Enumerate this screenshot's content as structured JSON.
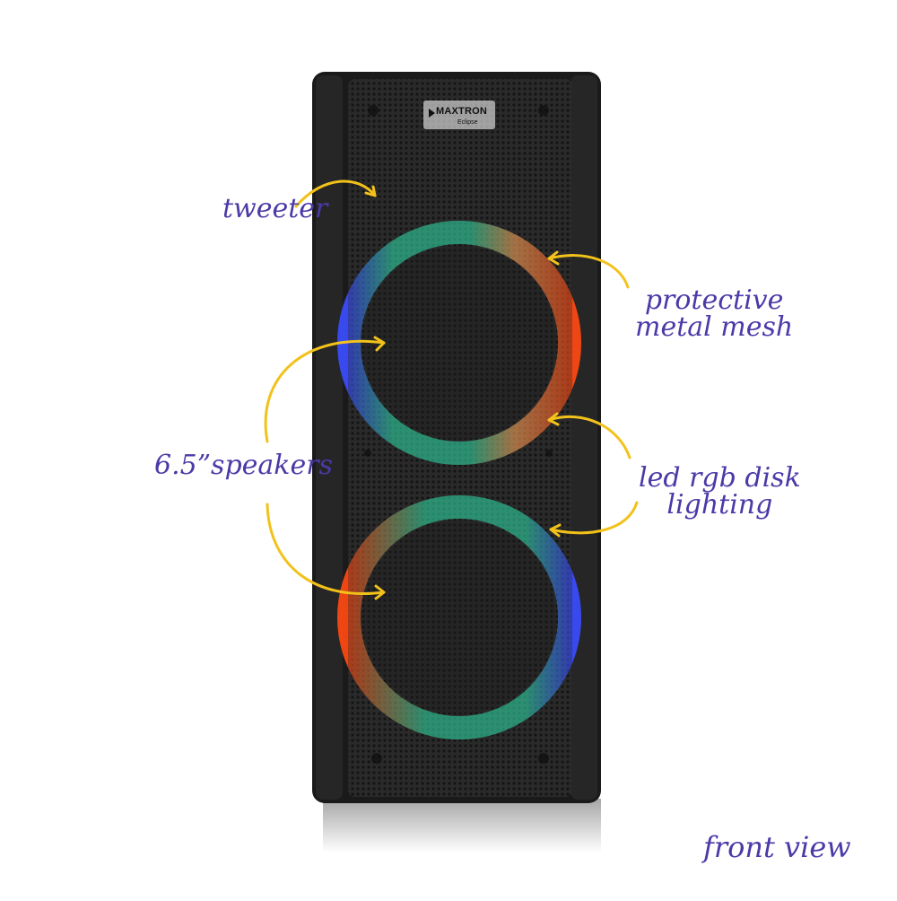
{
  "brand": {
    "name": "MAXTRON",
    "model": "Eclipse"
  },
  "annotations": {
    "tweeter": "tweeter",
    "mesh_line1": "protective",
    "mesh_line2": "metal mesh",
    "speakers": "6.5”speakers",
    "led_line1": "led rgb disk",
    "led_line2": "lighting",
    "view": "front view"
  },
  "colors": {
    "annotation_text": "#4a3aa8",
    "arrow": "#f2c21b",
    "cabinet": "#1a1a1a",
    "ring_green": "#2fd3a0",
    "ring_orange": "#ff5a1f",
    "ring_blue": "#3a4dff"
  }
}
